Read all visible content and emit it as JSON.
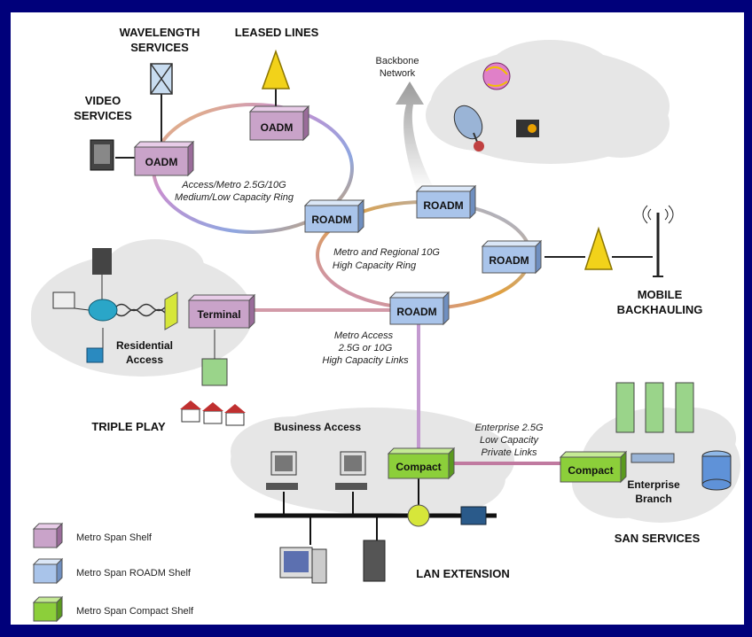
{
  "labels": {
    "wavelength_line1": "WAVELENGTH",
    "wavelength_line2": "SERVICES",
    "leased_lines": "LEASED LINES",
    "video_line1": "VIDEO",
    "video_line2": "SERVICES",
    "backbone_line1": "Backbone",
    "backbone_line2": "Network",
    "access_ring_line1": "Access/Metro 2.5G/10G",
    "access_ring_line2": "Medium/Low Capacity Ring",
    "metro_ring_line1": "Metro and Regional 10G",
    "metro_ring_line2": "High Capacity Ring",
    "mobile_line1": "MOBILE",
    "mobile_line2": "BACKHAULING",
    "residential_line1": "Residential",
    "residential_line2": "Access",
    "metro_access_line1": "Metro Access",
    "metro_access_line2": "2.5G or 10G",
    "metro_access_line3": "High Capacity Links",
    "triple_play": "TRIPLE PLAY",
    "business_access": "Business Access",
    "enterprise_line1": "Enterprise 2.5G",
    "enterprise_line2": "Low Capacity",
    "enterprise_line3": "Private Links",
    "enterprise_branch_line1": "Enterprise",
    "enterprise_branch_line2": "Branch",
    "san_services": "SAN SERVICES",
    "lan_extension": "LAN EXTENSION"
  },
  "devices": {
    "oadm_top": "OADM",
    "oadm_left": "OADM",
    "roadm_left": "ROADM",
    "roadm_top_right": "ROADM",
    "roadm_right": "ROADM",
    "roadm_bottom": "ROADM",
    "terminal": "Terminal",
    "compact_business": "Compact",
    "compact_enterprise": "Compact"
  },
  "legend": [
    {
      "label": "Metro Span Shelf",
      "color": "#c9a3c9"
    },
    {
      "label": "Metro Span ROADM Shelf",
      "color": "#a9c4ea"
    },
    {
      "label": "Metro Span Compact Shelf",
      "color": "#8ccf3a"
    }
  ],
  "colors": {
    "border": "#00007a",
    "shelf": "#c9a3c9",
    "roadm_shelf": "#a9c4ea",
    "compact_shelf": "#8ccf3a",
    "antenna": "#f2d21a"
  }
}
